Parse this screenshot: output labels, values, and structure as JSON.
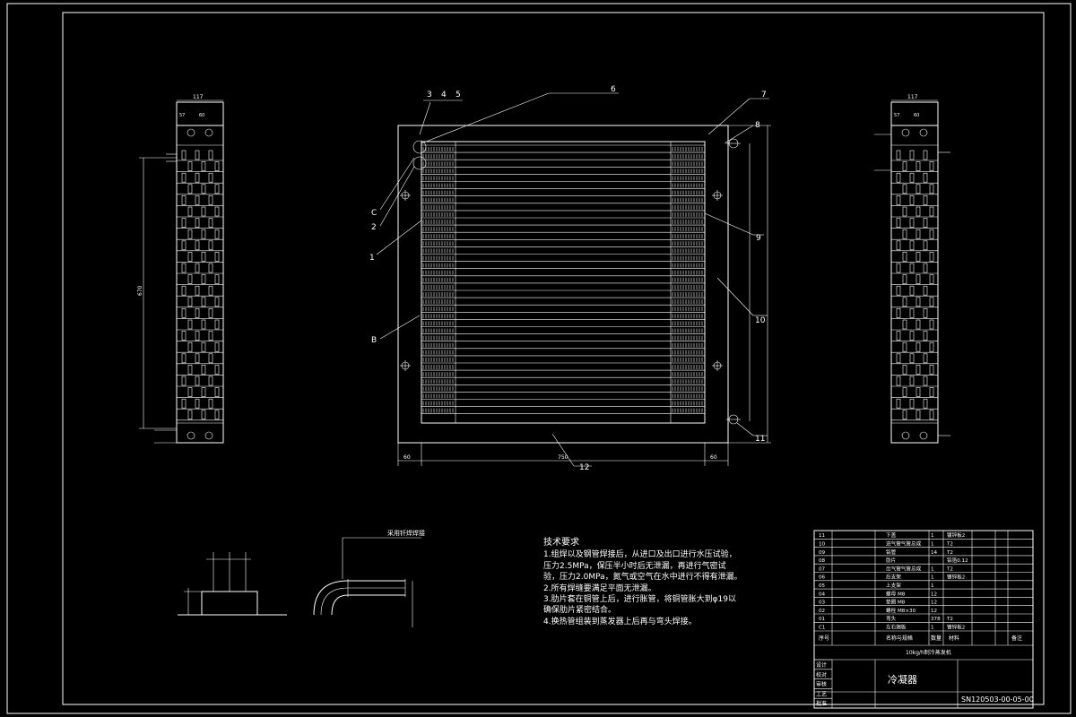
{
  "callouts": {
    "c1": "1",
    "c2": "2",
    "c3": "3",
    "c4": "4",
    "c5": "5",
    "c6": "6",
    "c7": "7",
    "c8": "8",
    "c9": "9",
    "c10": "10",
    "c11": "11",
    "c12": "12",
    "cB": "B",
    "cC": "C"
  },
  "dimensions": {
    "front_bottom_left": "60",
    "front_bottom_mid": "750",
    "front_bottom_right": "60",
    "side_top_width": "117",
    "side_sub_a": "57",
    "side_sub_b": "60"
  },
  "detail_labels": {
    "weld_note": "采用钎焊焊接"
  },
  "tech_notes": {
    "title": "技术要求",
    "lines": [
      "1.组焊以及钢管焊接后，从进口及出口进行水压试验，",
      "压力2.5MPa，保压半小时后无泄漏，再进行气密试",
      "验，压力2.0MPa，氮气或空气在水中进行不得有泄漏。",
      "2.所有焊缝要满足平面无泄漏。",
      "3.肋片套在铜管上后，进行胀管，将铜管胀大到φ19以",
      "确保肋片紧密结合。",
      "4.换热管组装到蒸发器上后再与弯头焊接。"
    ]
  },
  "bom": {
    "rows": [
      {
        "no": "11",
        "name": "下盖",
        "qty": "1",
        "mat": "镀锌板2"
      },
      {
        "no": "10",
        "name": "进气管气管总成",
        "qty": "1",
        "mat": "T2"
      },
      {
        "no": "09",
        "name": "铝管",
        "qty": "14",
        "mat": "T2"
      },
      {
        "no": "08",
        "name": "肋片",
        "qty": "",
        "mat": "铝箔0.12"
      },
      {
        "no": "07",
        "name": "出气管气管总成",
        "qty": "1",
        "mat": "T2"
      },
      {
        "no": "06",
        "name": "后支架",
        "qty": "1",
        "mat": "镀锌板2"
      },
      {
        "no": "05",
        "name": "上支架",
        "qty": "1",
        "mat": ""
      },
      {
        "no": "04",
        "name": "螺母 M8",
        "qty": "12",
        "mat": ""
      },
      {
        "no": "03",
        "name": "垫圈 M8",
        "qty": "12",
        "mat": ""
      },
      {
        "no": "02",
        "name": "螺栓 M8×30",
        "qty": "12",
        "mat": ""
      },
      {
        "no": "01",
        "name": "弯头",
        "qty": "378",
        "mat": "T2"
      },
      {
        "no": "C1",
        "name": "左右端板",
        "qty": "1",
        "mat": "镀锌板2"
      }
    ],
    "header": {
      "no": "序号",
      "name": "名称与规格",
      "qty": "数量",
      "mat": "材料",
      "remark": "备注"
    },
    "subtitle": "10kg/h制冷蒸发机",
    "drawing_title": "冷凝器",
    "drawing_no": "SN120503-00-05-00",
    "side_labels": [
      "设计",
      "校对",
      "审核",
      "工艺",
      "批准"
    ]
  }
}
